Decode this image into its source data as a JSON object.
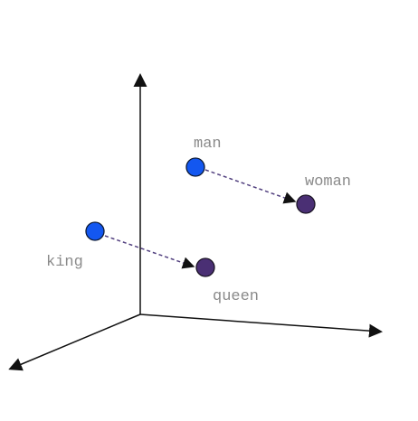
{
  "diagram": {
    "labels": {
      "man": "man",
      "woman": "woman",
      "king": "king",
      "queen": "queen"
    },
    "colors": {
      "axis": "#111111",
      "base_point": "#1357f0",
      "derived_point": "#4a2f74",
      "connector": "#52407f",
      "label": "#8a8a8a"
    }
  }
}
